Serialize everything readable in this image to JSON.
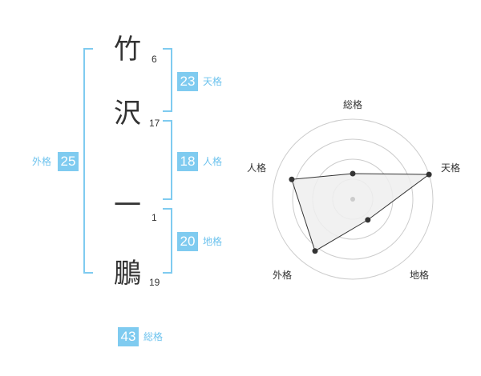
{
  "name": {
    "characters": [
      {
        "char": "竹",
        "strokes": "6"
      },
      {
        "char": "沢",
        "strokes": "17"
      },
      {
        "char": "一",
        "strokes": "1"
      },
      {
        "char": "鵬",
        "strokes": "19"
      }
    ]
  },
  "fortune": {
    "tenkaku": {
      "value": "23",
      "label": "天格"
    },
    "jinkaku": {
      "value": "18",
      "label": "人格"
    },
    "chikaku": {
      "value": "20",
      "label": "地格"
    },
    "gaikaku": {
      "value": "25",
      "label": "外格"
    },
    "soukaku": {
      "value": "43",
      "label": "総格"
    }
  },
  "chart_data": {
    "type": "radar",
    "axes": [
      "総格",
      "天格",
      "地格",
      "外格",
      "人格"
    ],
    "values": [
      1.6,
      5.0,
      1.6,
      4.0,
      4.0
    ],
    "rmax": 5,
    "rings": 4,
    "colors": {
      "fill": "#efefef",
      "line": "#333333",
      "grid": "#cccccc",
      "accent": "#7fcbf0"
    }
  }
}
